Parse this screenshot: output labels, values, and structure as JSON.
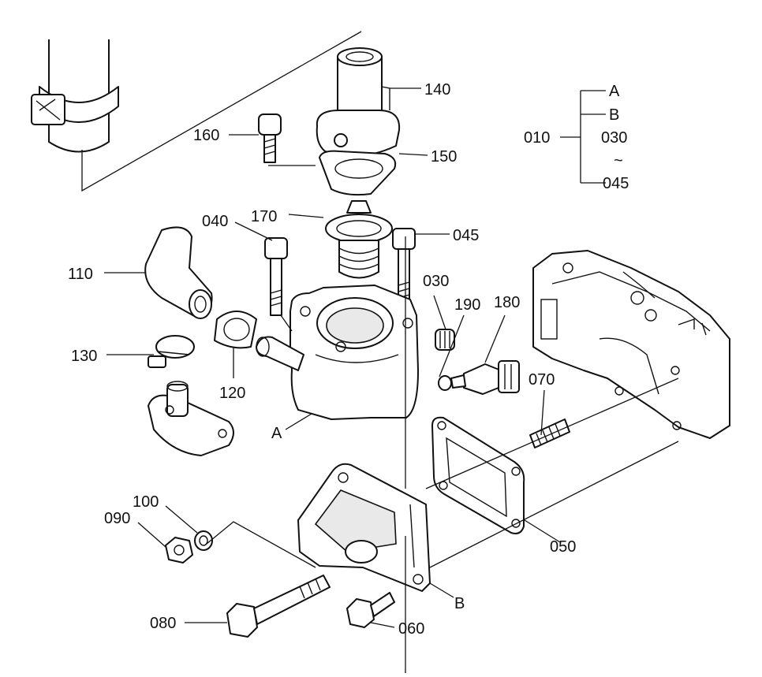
{
  "callouts": {
    "p010": "010",
    "p030": "030",
    "p040": "040",
    "p045": "045",
    "p050": "050",
    "p060": "060",
    "p070": "070",
    "p080": "080",
    "p090": "090",
    "p100": "100",
    "p110": "110",
    "p120": "120",
    "p130": "130",
    "p140": "140",
    "p150": "150",
    "p160": "160",
    "p170": "170",
    "p180": "180",
    "p190": "190",
    "refA": "A",
    "refB": "B"
  },
  "legend": {
    "group": "010",
    "items": [
      "A",
      "B",
      "030",
      "~",
      "045"
    ]
  }
}
